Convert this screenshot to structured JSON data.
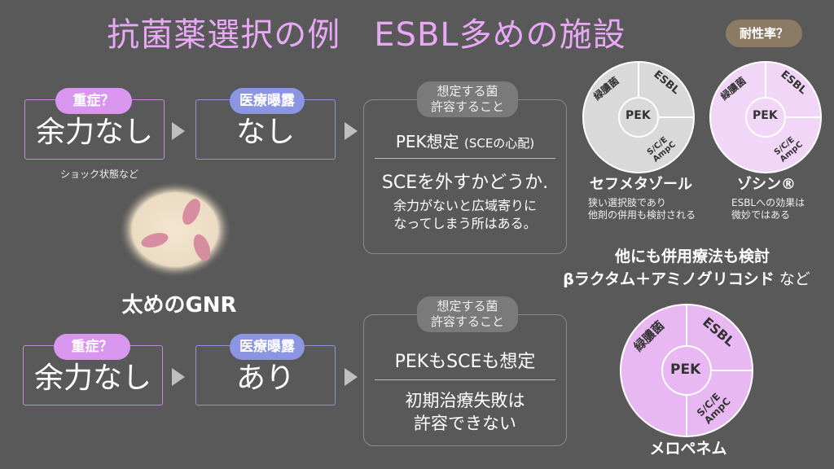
{
  "title": "抗菌薬選択の例　ESBL多めの施設",
  "resistance_badge": "耐性率？",
  "row1": {
    "severity_pill": "重症？",
    "severity_value": "余力なし",
    "severity_note": "ショック状態など",
    "exposure_pill": "医療曝露",
    "exposure_value": "なし",
    "assumed_pill": [
      "想定する菌",
      "許容すること"
    ],
    "assumed_line1": "PEK想定",
    "assumed_line1_note": "(SCEの心配)",
    "assumed_line2": "SCEを外すかどうか.",
    "assumed_line3": [
      "余力がないと広域寄りに",
      "なってしまう所はある。"
    ]
  },
  "row2": {
    "severity_pill": "重症？",
    "severity_value": "余力なし",
    "exposure_pill": "医療曝露",
    "exposure_value": "あり",
    "assumed_pill": [
      "想定する菌",
      "許容すること"
    ],
    "assumed_line1": "PEKもSCEも想定",
    "assumed_line2": [
      "初期治療失敗は",
      "許容できない"
    ]
  },
  "gnr_label": "太めのGNR",
  "combo_note": [
    "他にも併用療法も検討",
    "βラクタム＋アミノグリコシド"
  ],
  "combo_suffix": "など",
  "drugs": [
    {
      "name": "セフメタゾール",
      "note": [
        "狭い選択肢であり",
        "他剤の併用も検討される"
      ],
      "center": "PEK",
      "segments": [
        "緑膿菌",
        "ESBL",
        "S/C/E AmpC"
      ],
      "fill_color": "#d9d9d9"
    },
    {
      "name": "ゾシン®",
      "note": [
        "ESBLへの効果は",
        "微妙ではある"
      ],
      "center": "PEK",
      "segments": [
        "緑膿菌",
        "ESBL",
        "S/C/E AmpC"
      ],
      "fill_color": "#f2d6f8"
    },
    {
      "name": "メロペネム",
      "center": "PEK",
      "segments": [
        "緑膿菌",
        "ESBL",
        "S/C/E AmpC"
      ],
      "fill_color": "#e8b8f2"
    }
  ],
  "colors": {
    "background": "#595959",
    "title": "#e7a8f4",
    "pink": "#d896ee",
    "blue": "#8c95e2",
    "tan": "#8b7a64"
  }
}
